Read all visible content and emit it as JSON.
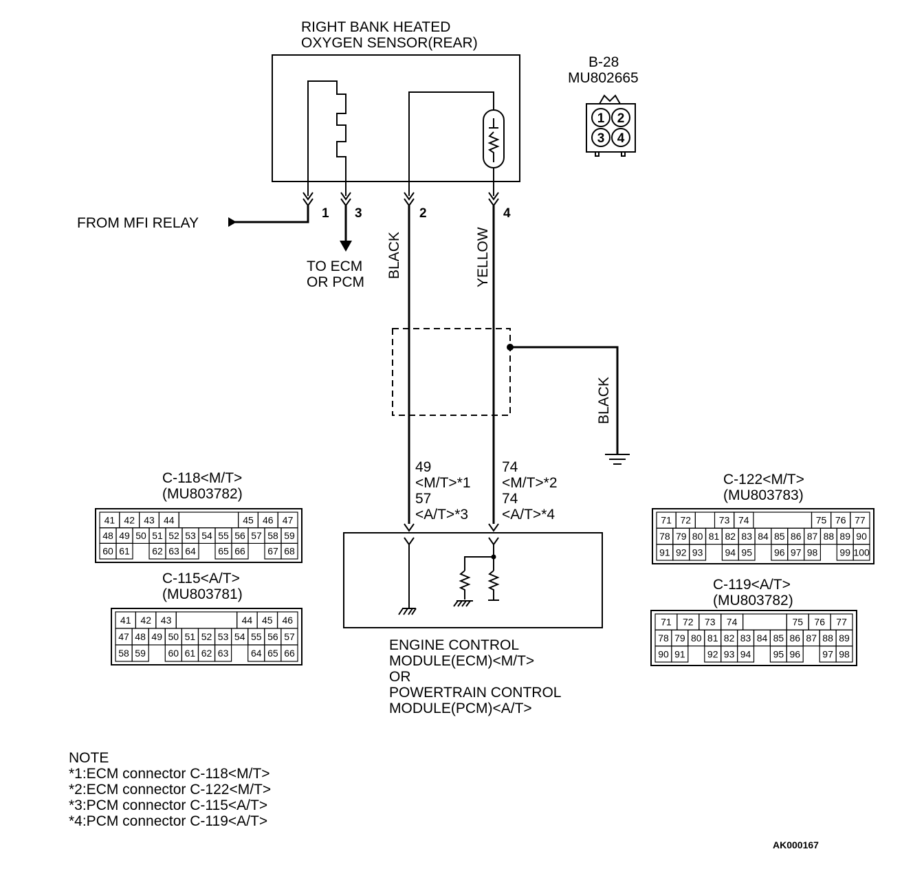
{
  "sensor": {
    "title_line1": "RIGHT BANK HEATED",
    "title_line2": "OXYGEN SENSOR(REAR)"
  },
  "sensor_connector": {
    "id": "B-28",
    "part_no": "MU802665",
    "pins": [
      "1",
      "2",
      "3",
      "4"
    ]
  },
  "pins": {
    "p1": "1",
    "p2": "2",
    "p3": "3",
    "p4": "4"
  },
  "from_mfi_relay": "FROM MFI RELAY",
  "to_ecm": {
    "line1": "TO ECM",
    "line2": "OR PCM"
  },
  "wire_colors": {
    "pin2": "BLACK",
    "pin4": "YELLOW",
    "shield_ground": "BLACK"
  },
  "ecm_pins": {
    "left": [
      "49",
      "<M/T>*1",
      "57",
      "<A/T>*3"
    ],
    "right": [
      "74",
      "<M/T>*2",
      "74",
      "<A/T>*4"
    ]
  },
  "module": {
    "line1": "ENGINE CONTROL",
    "line2": "MODULE(ECM)<M/T>",
    "line3": "OR",
    "line4": "POWERTRAIN CONTROL",
    "line5": "MODULE(PCM)<A/T>"
  },
  "connectors": {
    "c118": {
      "name": "C-118<M/T>",
      "part": "(MU803782)",
      "rows": [
        [
          "41",
          "42",
          "43",
          "44",
          "",
          "",
          "",
          "45",
          "46",
          "47"
        ],
        [
          "48",
          "49",
          "50",
          "51",
          "52",
          "53",
          "54",
          "55",
          "56",
          "57",
          "58",
          "59"
        ],
        [
          "60",
          "61",
          "",
          "62",
          "63",
          "64",
          "",
          "65",
          "66",
          "",
          "67",
          "68"
        ]
      ]
    },
    "c115": {
      "name": "C-115<A/T>",
      "part": "(MU803781)",
      "rows": [
        [
          "41",
          "42",
          "43",
          "",
          "",
          "",
          "44",
          "45",
          "46"
        ],
        [
          "47",
          "48",
          "49",
          "50",
          "51",
          "52",
          "53",
          "54",
          "55",
          "56",
          "57"
        ],
        [
          "58",
          "59",
          "",
          "60",
          "61",
          "62",
          "63",
          "",
          "64",
          "65",
          "66"
        ]
      ]
    },
    "c122": {
      "name": "C-122<M/T>",
      "part": "(MU803783)",
      "rows": [
        [
          "71",
          "72",
          "",
          "73",
          "74",
          "",
          "",
          "",
          "75",
          "76",
          "77"
        ],
        [
          "78",
          "79",
          "80",
          "81",
          "82",
          "83",
          "84",
          "85",
          "86",
          "87",
          "88",
          "89",
          "90"
        ],
        [
          "91",
          "92",
          "93",
          "",
          "94",
          "95",
          "",
          "96",
          "97",
          "98",
          "",
          "99",
          "100"
        ]
      ]
    },
    "c119": {
      "name": "C-119<A/T>",
      "part": "(MU803782)",
      "rows": [
        [
          "71",
          "72",
          "73",
          "74",
          "",
          "",
          "75",
          "76",
          "77"
        ],
        [
          "78",
          "79",
          "80",
          "81",
          "82",
          "83",
          "84",
          "85",
          "86",
          "87",
          "88",
          "89"
        ],
        [
          "90",
          "91",
          "",
          "92",
          "93",
          "94",
          "",
          "95",
          "96",
          "",
          "97",
          "98"
        ]
      ]
    }
  },
  "note": {
    "title": "NOTE",
    "lines": [
      "*1:ECM connector C-118<M/T>",
      "*2:ECM connector C-122<M/T>",
      "*3:PCM connector C-115<A/T>",
      "*4:PCM connector C-119<A/T>"
    ]
  },
  "figure_code": "AK000167"
}
